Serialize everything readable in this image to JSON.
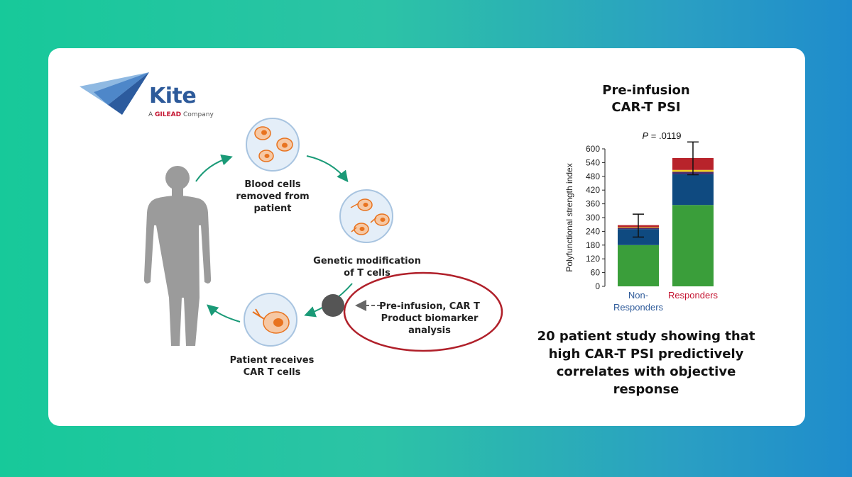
{
  "logo": {
    "name": "Kite",
    "tagline_prefix": "A",
    "tagline_brand": "GILEAD",
    "tagline_suffix": "Company"
  },
  "diagram": {
    "step1": [
      "Blood cells",
      "removed from",
      "patient"
    ],
    "step2": [
      "Genetic modification",
      "of T cells"
    ],
    "step3": [
      "Patient receives",
      "CAR T cells"
    ],
    "callout": [
      "Pre-infusion, CAR T",
      "Product biomarker",
      "analysis"
    ]
  },
  "chart_data": {
    "type": "bar",
    "title_line1": "Pre-infusion",
    "title_line2": "CAR-T PSI",
    "ylabel": "Polyfunctional strength index",
    "yticks": [
      "600",
      "540",
      "480",
      "420",
      "360",
      "300",
      "240",
      "180",
      "120",
      "60",
      "0"
    ],
    "ylim": [
      0,
      600
    ],
    "grid": false,
    "categories": [
      "Non-Responders",
      "Responders"
    ],
    "category_label_lines": [
      [
        "Non-",
        "Responders"
      ],
      [
        "Responders"
      ]
    ],
    "category_colors": [
      "#2f5b9a",
      "#c4122f"
    ],
    "stack_colors": [
      "#3a9e3a",
      "#0f4a80",
      "#4b2a6e",
      "#f0d020",
      "#b8232b"
    ],
    "stacks": [
      [
        180,
        70,
        5,
        3,
        9
      ],
      [
        355,
        135,
        10,
        8,
        52
      ]
    ],
    "error_bars": [
      {
        "mean": 262,
        "low": 215,
        "high": 315
      },
      {
        "mean": 525,
        "low": 487,
        "high": 630
      }
    ],
    "pvalue_prefix": "P",
    "pvalue_text": " = .0119"
  },
  "caption": [
    "20 patient study showing that",
    "high CAR-T PSI predictively",
    "correlates with objective",
    "response"
  ],
  "colors": {
    "arrow": "#1a9a77",
    "cell_fill": "#f6c8a4",
    "cell_nucleus": "#e8731f",
    "circle_bg": "#e4eef8",
    "oval": "#b0202a",
    "human": "#9b9b9b"
  }
}
